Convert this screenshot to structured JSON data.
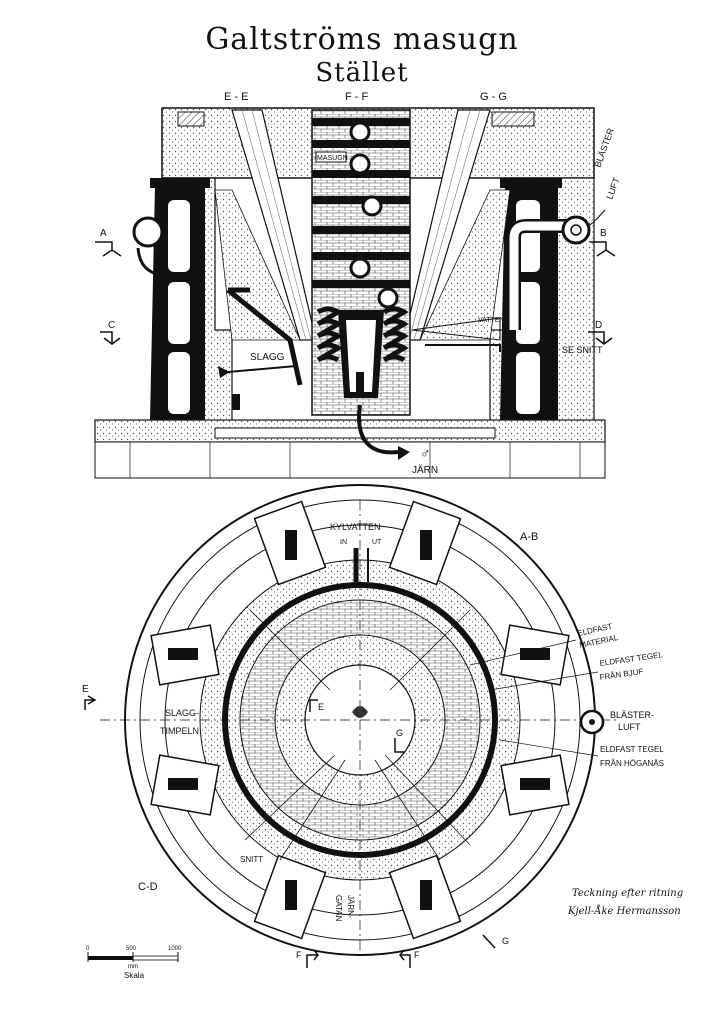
{
  "title": "Galtströms masugn",
  "subtitle": "Stället",
  "section_markers": {
    "ee": "E - E",
    "ff": "F - F",
    "gg": "G - G"
  },
  "cut_labels": {
    "a": "A",
    "b": "B",
    "c": "C",
    "d": "D",
    "e_left": "E",
    "e_inner": "E",
    "g_inner": "G",
    "g_bottom": "G",
    "f_left": "F",
    "f_right": "F"
  },
  "elevation_labels": {
    "masugn": "MASUGN",
    "vatten": "VATTEN",
    "slagg": "SLAGG",
    "se_snitt": "SE SNITT",
    "jarn": "JÄRN",
    "blaster_luft": [
      "BLÄSTER",
      "LUFT"
    ]
  },
  "plan_labels": {
    "ab": "A-B",
    "cd": "C-D",
    "kylvatten": "KYLVATTEN",
    "in": "IN",
    "ut": "UT",
    "eldfast_material": [
      "ELDFAST",
      "MATERIAL"
    ],
    "eldfast_bjuf": [
      "ELDFAST TEGEL",
      "FRÅN BJUF"
    ],
    "blaster_luft": [
      "BLÄSTER-",
      "LUFT"
    ],
    "eldfast_hoganas": [
      "ELDFAST TEGEL",
      "FRÅN HÖGANÄS"
    ],
    "slaggtimpeln": [
      "SLAGG-",
      "TIMPELN"
    ],
    "jarngatan": [
      "JÄRN-",
      "GATAN"
    ],
    "snitt": "SNITT"
  },
  "credit": [
    "Teckning efter ritning",
    "Kjell-Åke Hermansson"
  ],
  "scale": {
    "ticks": [
      "0",
      "500",
      "1000"
    ],
    "unit": "mm",
    "label": "Skala"
  },
  "colors": {
    "ink": "#111111",
    "paper": "#ffffff",
    "stipple": "#d9d9d9"
  }
}
